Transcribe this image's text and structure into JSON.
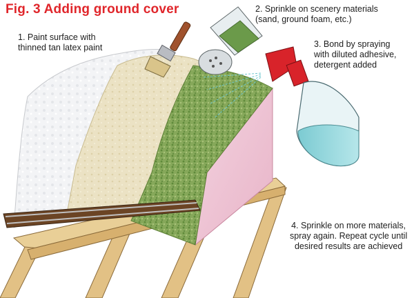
{
  "figure": {
    "title": "Fig. 3 Adding ground cover"
  },
  "steps": [
    {
      "id": "step-1",
      "lines": [
        "1. Paint surface with",
        "thinned tan latex paint"
      ]
    },
    {
      "id": "step-2",
      "lines": [
        "2. Sprinkle on scenery materials",
        "(sand, ground foam, etc.)"
      ]
    },
    {
      "id": "step-3",
      "lines": [
        "3. Bond by spraying",
        "with diluted adhesive,",
        "detergent added"
      ]
    },
    {
      "id": "step-4",
      "lines": [
        "4. Sprinkle on more materials,",
        "spray again. Repeat cycle until",
        "desired results are achieved"
      ]
    }
  ],
  "colors": {
    "title": "#e0262b",
    "foam_white": "#f4f5f7",
    "tan_paint": "#e9dfbd",
    "green_foam": "#7fa052",
    "pink_foam": "#efc6d6",
    "wood_frame": "#e6c98e",
    "track_ties": "#7a4f2a",
    "spray_bottle_red": "#d8232a",
    "spray_liquid": "#8fd3d8"
  },
  "icons": [
    "paintbrush-icon",
    "shaker-jar-icon",
    "spray-bottle-icon"
  ]
}
